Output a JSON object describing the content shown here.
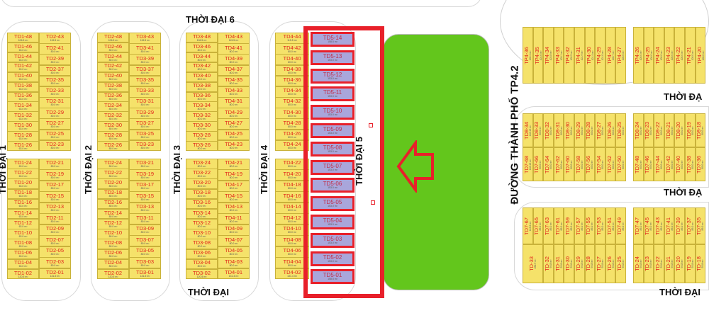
{
  "roads": {
    "top": "THỜI ĐẠI 6",
    "bottom": "THỜI ĐẠI",
    "r1": "THỜI ĐẠI 1",
    "r2": "THỜI ĐẠI 2",
    "r3": "THỜI ĐẠI 3",
    "r4": "THỜI ĐẠI 4",
    "r5": "THỜI ĐẠI 5",
    "city": "ĐƯỜNG THÀNH PHỐ TP4.2",
    "right1": "THỜI ĐẠ",
    "right2": "THỜI ĐẠ",
    "right3": "THỜI ĐẠI"
  },
  "colors": {
    "lot": "#f5e26a",
    "highlight_lot": "#a9a6db",
    "highlight_border": "#e8202a",
    "park": "#63c61c"
  },
  "highlight_arrow_icon": "arrow-left-icon",
  "left_blocks": [
    {
      "top_left": [
        [
          "TD1-48",
          "106.5 m²"
        ],
        [
          "TD1-46",
          "63.0 m²"
        ],
        [
          "TD1-44",
          "63.0 m²"
        ],
        [
          "TD1-42",
          "63.0 m²"
        ],
        [
          "TD1-40",
          "63.0 m²"
        ],
        [
          "TD1-38",
          "63.0 m²"
        ],
        [
          "TD1-36",
          "63.0 m²"
        ],
        [
          "TD1-34",
          "63.0 m²"
        ],
        [
          "TD1-32",
          "63.0 m²"
        ],
        [
          "TD1-30",
          "63.0 m²"
        ],
        [
          "TD1-28",
          "63.0 m²"
        ],
        [
          "TD1-26",
          "63.0 m²"
        ]
      ],
      "top_right": [
        [
          "TD2-43",
          "115.5 m²"
        ],
        [
          "TD2-41",
          "80.0 m²"
        ],
        [
          "TD2-39",
          "80.0 m²"
        ],
        [
          "TD2-37",
          "80.0 m²"
        ],
        [
          "TD2-35",
          "80.0 m²"
        ],
        [
          "TD2-33",
          "80.0 m²"
        ],
        [
          "TD2-31",
          "80.0 m²"
        ],
        [
          "TD2-29",
          "80.0 m²"
        ],
        [
          "TD2-27",
          "80.0 m²"
        ],
        [
          "TD2-25",
          "80.0 m²"
        ],
        [
          "TD2-23",
          "80.0 m²"
        ]
      ],
      "bottom_left": [
        [
          "TD1-24",
          "63.0 m²"
        ],
        [
          "TD1-22",
          "63.0 m²"
        ],
        [
          "TD1-20",
          "63.0 m²"
        ],
        [
          "TD1-18",
          "63.0 m²"
        ],
        [
          "TD1-16",
          "63.0 m²"
        ],
        [
          "TD1-14",
          "63.0 m²"
        ],
        [
          "TD1-12",
          "63.0 m²"
        ],
        [
          "TD1-10",
          "63.0 m²"
        ],
        [
          "TD1-08",
          "63.0 m²"
        ],
        [
          "TD1-06",
          "63.0 m²"
        ],
        [
          "TD1-04",
          "63.0 m²"
        ],
        [
          "TD1-02",
          "120.5 m²"
        ]
      ],
      "bottom_right": [
        [
          "TD2-21",
          "80.0 m²"
        ],
        [
          "TD2-19",
          "80.0 m²"
        ],
        [
          "TD2-17",
          "80.0 m²"
        ],
        [
          "TD2-15",
          "80.0 m²"
        ],
        [
          "TD2-13",
          "80.0 m²"
        ],
        [
          "TD2-11",
          "80.0 m²"
        ],
        [
          "TD2-09",
          "80.0 m²"
        ],
        [
          "TD2-07",
          "80.0 m²"
        ],
        [
          "TD2-05",
          "80.0 m²"
        ],
        [
          "TD2-03",
          "80.0 m²"
        ],
        [
          "TD2-01",
          "131.5 m²"
        ]
      ]
    },
    {
      "top_left": [
        [
          "TD2-48",
          "106.5 m²"
        ],
        [
          "TD2-46",
          "80.0 m²"
        ],
        [
          "TD2-44",
          "80.0 m²"
        ],
        [
          "TD2-42",
          "80.0 m²"
        ],
        [
          "TD2-40",
          "80.0 m²"
        ],
        [
          "TD2-38",
          "80.0 m²"
        ],
        [
          "TD2-36",
          "80.0 m²"
        ],
        [
          "TD2-34",
          "80.0 m²"
        ],
        [
          "TD2-32",
          "80.0 m²"
        ],
        [
          "TD2-30",
          "80.0 m²"
        ],
        [
          "TD2-28",
          "80.0 m²"
        ],
        [
          "TD2-26",
          "80.0 m²"
        ]
      ],
      "top_right": [
        [
          "TD3-43",
          "115.5 m²"
        ],
        [
          "TD3-41",
          "80.0 m²"
        ],
        [
          "TD3-39",
          "80.0 m²"
        ],
        [
          "TD3-37",
          "80.0 m²"
        ],
        [
          "TD3-35",
          "80.0 m²"
        ],
        [
          "TD3-33",
          "80.0 m²"
        ],
        [
          "TD3-31",
          "80.0 m²"
        ],
        [
          "TD3-29",
          "80.0 m²"
        ],
        [
          "TD3-27",
          "80.0 m²"
        ],
        [
          "TD3-25",
          "80.0 m²"
        ],
        [
          "TD3-23",
          "80.0 m²"
        ]
      ],
      "bottom_left": [
        [
          "TD2-24",
          "80.0 m²"
        ],
        [
          "TD2-22",
          "80.0 m²"
        ],
        [
          "TD2-20",
          "80.0 m²"
        ],
        [
          "TD2-18",
          "80.0 m²"
        ],
        [
          "TD2-16",
          "80.0 m²"
        ],
        [
          "TD2-14",
          "80.0 m²"
        ],
        [
          "TD2-12",
          "80.0 m²"
        ],
        [
          "TD2-10",
          "80.0 m²"
        ],
        [
          "TD2-08",
          "80.0 m²"
        ],
        [
          "TD2-06",
          "80.0 m²"
        ],
        [
          "TD2-04",
          "80.0 m²"
        ],
        [
          "TD2-02",
          "120.5 m²"
        ]
      ],
      "bottom_right": [
        [
          "TD3-21",
          "80.0 m²"
        ],
        [
          "TD3-19",
          "80.0 m²"
        ],
        [
          "TD3-17",
          "80.0 m²"
        ],
        [
          "TD3-15",
          "80.0 m²"
        ],
        [
          "TD3-13",
          "80.0 m²"
        ],
        [
          "TD3-11",
          "80.0 m²"
        ],
        [
          "TD3-09",
          "80.0 m²"
        ],
        [
          "TD3-07",
          "80.0 m²"
        ],
        [
          "TD3-05",
          "80.0 m²"
        ],
        [
          "TD3-03",
          "80.0 m²"
        ],
        [
          "TD3-01",
          "131.5 m²"
        ]
      ]
    },
    {
      "top_left": [
        [
          "TD3-48",
          "106.5 m²"
        ],
        [
          "TD3-46",
          "80.0 m²"
        ],
        [
          "TD3-44",
          "80.0 m²"
        ],
        [
          "TD3-42",
          "80.0 m²"
        ],
        [
          "TD3-40",
          "80.0 m²"
        ],
        [
          "TD3-38",
          "80.0 m²"
        ],
        [
          "TD3-36",
          "80.0 m²"
        ],
        [
          "TD3-34",
          "80.0 m²"
        ],
        [
          "TD3-32",
          "80.0 m²"
        ],
        [
          "TD3-30",
          "80.0 m²"
        ],
        [
          "TD3-28",
          "80.0 m²"
        ],
        [
          "TD3-26",
          "80.0 m²"
        ]
      ],
      "top_right": [
        [
          "TD4-43",
          "115.5 m²"
        ],
        [
          "TD4-41",
          "80.0 m²"
        ],
        [
          "TD4-39",
          "80.0 m²"
        ],
        [
          "TD4-37",
          "80.0 m²"
        ],
        [
          "TD4-35",
          "80.0 m²"
        ],
        [
          "TD4-33",
          "80.0 m²"
        ],
        [
          "TD4-31",
          "80.0 m²"
        ],
        [
          "TD4-29",
          "80.0 m²"
        ],
        [
          "TD4-27",
          "80.0 m²"
        ],
        [
          "TD4-25",
          "80.0 m²"
        ],
        [
          "TD4-23",
          "80.0 m²"
        ]
      ],
      "bottom_left": [
        [
          "TD3-24",
          "80.0 m²"
        ],
        [
          "TD3-22",
          "80.0 m²"
        ],
        [
          "TD3-20",
          "80.0 m²"
        ],
        [
          "TD3-18",
          "80.0 m²"
        ],
        [
          "TD3-16",
          "80.0 m²"
        ],
        [
          "TD3-14",
          "80.0 m²"
        ],
        [
          "TD3-12",
          "80.0 m²"
        ],
        [
          "TD3-10",
          "80.0 m²"
        ],
        [
          "TD3-08",
          "80.0 m²"
        ],
        [
          "TD3-06",
          "80.0 m²"
        ],
        [
          "TD3-04",
          "80.0 m²"
        ],
        [
          "TD3-02",
          "120.5 m²"
        ]
      ],
      "bottom_right": [
        [
          "TD4-21",
          "80.0 m²"
        ],
        [
          "TD4-19",
          "80.0 m²"
        ],
        [
          "TD4-17",
          "80.0 m²"
        ],
        [
          "TD4-15",
          "80.0 m²"
        ],
        [
          "TD4-13",
          "80.0 m²"
        ],
        [
          "TD4-11",
          "80.0 m²"
        ],
        [
          "TD4-09",
          "80.0 m²"
        ],
        [
          "TD4-07",
          "80.0 m²"
        ],
        [
          "TD4-05",
          "80.0 m²"
        ],
        [
          "TD4-03",
          "80.0 m²"
        ],
        [
          "TD4-01",
          "131.4 m²"
        ]
      ]
    }
  ],
  "td4_block": {
    "top": [
      [
        "TD4-44",
        "115.5 m²"
      ],
      [
        "TD4-42",
        "80.0 m²"
      ],
      [
        "TD4-40",
        "80.0 m²"
      ],
      [
        "TD4-38",
        "80.0 m²"
      ],
      [
        "TD4-36",
        "80.0 m²"
      ],
      [
        "TD4-34",
        "80.0 m²"
      ],
      [
        "TD4-32",
        "80.0 m²"
      ],
      [
        "TD4-30",
        "80.0 m²"
      ],
      [
        "TD4-28",
        "80.0 m²"
      ],
      [
        "TD4-26",
        "80.0 m²"
      ],
      [
        "TD4-24",
        "80.0 m²"
      ]
    ],
    "bottom": [
      [
        "TD4-22",
        "80.0 m²"
      ],
      [
        "TD4-20",
        "80.0 m²"
      ],
      [
        "TD4-18",
        "80.0 m²"
      ],
      [
        "TD4-16",
        "80.0 m²"
      ],
      [
        "TD4-14",
        "80.0 m²"
      ],
      [
        "TD4-12",
        "80.0 m²"
      ],
      [
        "TD4-10",
        "80.0 m²"
      ],
      [
        "TD4-08",
        "80.0 m²"
      ],
      [
        "TD4-06",
        "80.0 m²"
      ],
      [
        "TD4-04",
        "80.0 m²"
      ],
      [
        "TD4-02",
        "131.4 m²"
      ]
    ]
  },
  "td5_lots": [
    [
      "TD5-14",
      "158.5 m²"
    ],
    [
      "TD5-13",
      "153.0 m²"
    ],
    [
      "TD5-12",
      "153.0 m²"
    ],
    [
      "TD5-11",
      "153.0 m²"
    ],
    [
      "TD5-10",
      "153.0 m²"
    ],
    [
      "TD5-09",
      "153.0 m²"
    ],
    [
      "TD5-08",
      "153.0 m²"
    ],
    [
      "TD5-07",
      "153.0 m²"
    ],
    [
      "TD5-06",
      "153.0 m²"
    ],
    [
      "TD5-05",
      "153.0 m²"
    ],
    [
      "TD5-04",
      "153.0 m²"
    ],
    [
      "TD5-03",
      "153.0 m²"
    ],
    [
      "TD5-02",
      "153.0 m²"
    ],
    [
      "TD5-01",
      "158.5 m²"
    ]
  ],
  "right_rows": [
    {
      "lots": [
        [
          "TP4-36",
          "102.4 m²"
        ],
        [
          "TP4-35",
          "104.6 m²"
        ],
        [
          "TP4-34",
          "103.8 m²"
        ],
        [
          "TP4-33",
          "103.1 m²"
        ],
        [
          "TP4-32",
          "102.5 m²"
        ],
        [
          "TP4-31",
          "101.9 m²"
        ],
        [
          "TP4-30",
          "101.4 m²"
        ],
        [
          "TP4-29",
          "101.0 m²"
        ],
        [
          "TP4-28",
          "100.7 m²"
        ],
        [
          "TP4-27",
          "100.6 m²"
        ],
        [
          "TP4-26",
          "100.0 m²"
        ],
        [
          "TP4-25",
          "100.0 m²"
        ],
        [
          "TP4-24",
          "100.0 m²"
        ],
        [
          "TP4-23",
          "100.0 m²"
        ],
        [
          "TP4-22",
          "100.0 m²"
        ],
        [
          "TP4-21",
          "100.0 m²"
        ],
        [
          "TP4-20",
          "100.0 m²"
        ]
      ]
    },
    {
      "lots": [
        [
          "TD8-34",
          "143.15 m²"
        ],
        [
          "TD8-33",
          "85.0 m²"
        ],
        [
          "TD8-32",
          "85.0 m²"
        ],
        [
          "TD8-31",
          "85.0 m²"
        ],
        [
          "TD8-30",
          "85.0 m²"
        ],
        [
          "TD8-29",
          "85.0 m²"
        ],
        [
          "TD8-28",
          "85.0 m²"
        ],
        [
          "TD8-27",
          "85.0 m²"
        ],
        [
          "TD8-26",
          "85.0 m²"
        ],
        [
          "TD8-25",
          "85.0 m²"
        ],
        [
          "TD8-24",
          "85.0 m²"
        ],
        [
          "TD8-23",
          "85.0 m²"
        ],
        [
          "TD8-22",
          "85.0 m²"
        ],
        [
          "TD8-21",
          "85.0 m²"
        ],
        [
          "TD8-20",
          "85.0 m²"
        ],
        [
          "TD8-19",
          "85.0 m²"
        ],
        [
          "TD8-18",
          "85.0 m²"
        ]
      ]
    },
    {
      "lots": [
        [
          "TD7-68",
          "143.15 m²"
        ],
        [
          "TD7-66",
          "85.0 m²"
        ],
        [
          "TD7-64",
          "85.0 m²"
        ],
        [
          "TD7-62",
          "85.0 m²"
        ],
        [
          "TD7-60",
          "85.0 m²"
        ],
        [
          "TD7-58",
          "85.0 m²"
        ],
        [
          "TD7-56",
          "85.0 m²"
        ],
        [
          "TD7-54",
          "85.0 m²"
        ],
        [
          "TD7-52",
          "85.0 m²"
        ],
        [
          "TD7-50",
          "85.0 m²"
        ],
        [
          "TD7-48",
          "85.0 m²"
        ],
        [
          "TD7-46",
          "85.0 m²"
        ],
        [
          "TD7-44",
          "85.0 m²"
        ],
        [
          "TD7-42",
          "85.0 m²"
        ],
        [
          "TD7-40",
          "85.0 m²"
        ],
        [
          "TD7-38",
          "85.0 m²"
        ],
        [
          "TD7-36",
          "85.0 m²"
        ]
      ]
    },
    {
      "lots": [
        [
          "TD7-67",
          "143.2 m²"
        ],
        [
          "TD7-65",
          "85.0 m²"
        ],
        [
          "TD7-63",
          "85.0 m²"
        ],
        [
          "TD7-61",
          "85.0 m²"
        ],
        [
          "TD7-59",
          "85.0 m²"
        ],
        [
          "TD7-57",
          "85.0 m²"
        ],
        [
          "TD7-55",
          "85.0 m²"
        ],
        [
          "TD7-53",
          "85.0 m²"
        ],
        [
          "TD7-51",
          "85.0 m²"
        ],
        [
          "TD7-49",
          "85.0 m²"
        ],
        [
          "TD7-47",
          "85.0 m²"
        ],
        [
          "TD7-45",
          "85.0 m²"
        ],
        [
          "TD7-43",
          "85.0 m²"
        ],
        [
          "TD7-41",
          "85.0 m²"
        ],
        [
          "TD7-39",
          "85.0 m²"
        ],
        [
          "TD7-37",
          "85.0 m²"
        ],
        [
          "TD7-35",
          "85.0 m²"
        ]
      ]
    },
    {
      "lots": [
        [
          "TD-33",
          "232.9 m²"
        ],
        [
          "TD-32",
          "93.8 m²"
        ],
        [
          "TD-31",
          "93.8 m²"
        ],
        [
          "TD-30",
          "93.8 m²"
        ],
        [
          "TD-29",
          "93.8 m²"
        ],
        [
          "TD-28",
          "93.8 m²"
        ],
        [
          "TD-27",
          "93.8 m²"
        ],
        [
          "TD-26",
          "93.8 m²"
        ],
        [
          "TD-25",
          "93.8 m²"
        ],
        [
          "TD-24",
          "93.8 m²"
        ],
        [
          "TD-23",
          "93.8 m²"
        ],
        [
          "TD-22",
          "93.8 m²"
        ],
        [
          "TD-21",
          "93.8 m²"
        ],
        [
          "TD-20",
          "93.8 m²"
        ],
        [
          "TD-19",
          "93.8 m²"
        ],
        [
          "TD-18",
          "93.8 m²"
        ]
      ]
    }
  ]
}
